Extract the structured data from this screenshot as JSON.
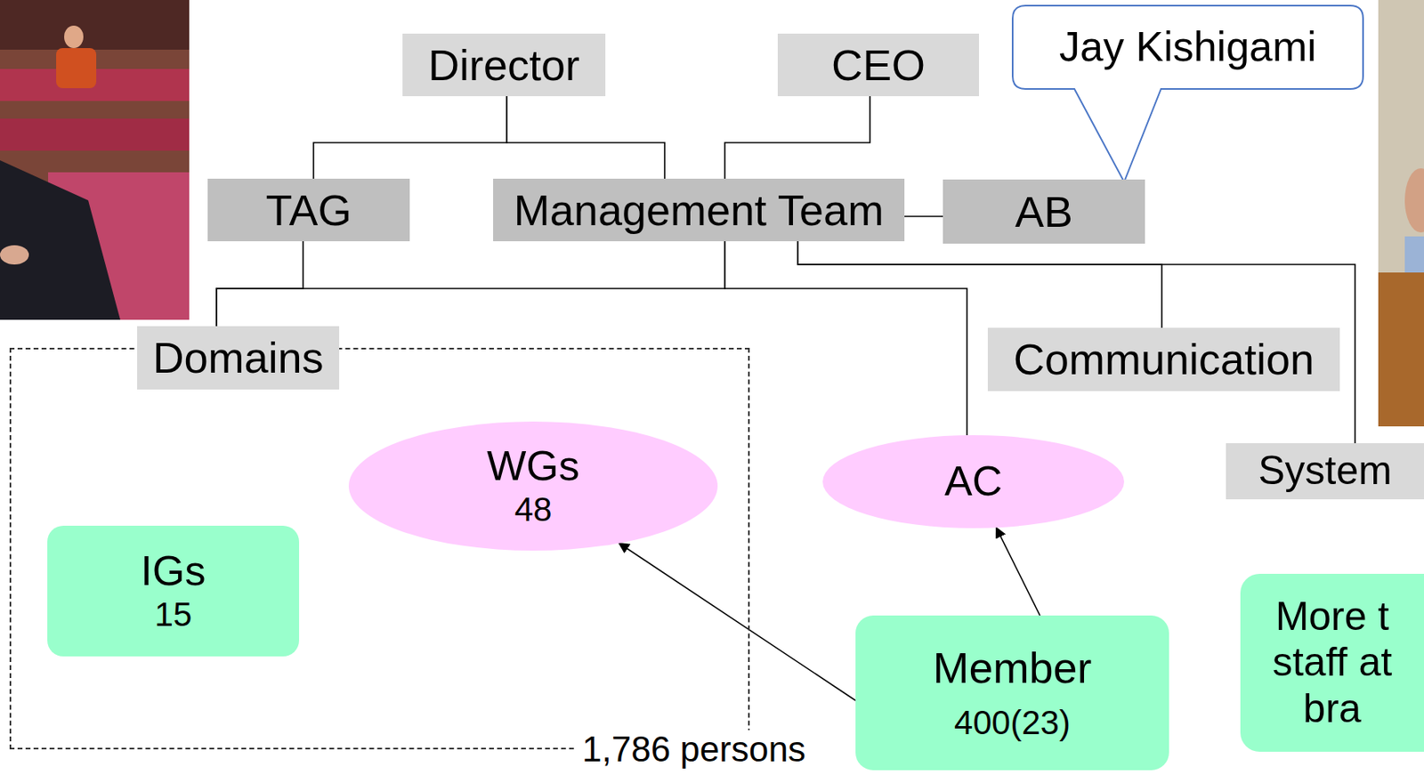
{
  "diagram": {
    "nodes": [
      {
        "text": [
          "Director"
        ]
      },
      {
        "text": [
          "CEO"
        ]
      },
      {
        "text": [
          "Jay Kishigami"
        ]
      },
      {
        "text": [
          "TAG"
        ]
      },
      {
        "text": [
          "Management Team"
        ]
      },
      {
        "text": [
          "AB"
        ]
      },
      {
        "text": [
          "Domains",
          "1,786 persons"
        ]
      },
      {
        "text": [
          "WGs",
          "48"
        ],
        "in": 6
      },
      {
        "text": [
          "IGs",
          "15"
        ],
        "in": 6
      },
      {
        "text": [
          "Communication"
        ]
      },
      {
        "text": [
          "AC"
        ]
      },
      {
        "text": [
          "System"
        ]
      },
      {
        "text": [
          "Member",
          "400(23)"
        ]
      },
      {
        "text": [
          "More t staff at bra"
        ]
      }
    ],
    "edges": [
      {
        "from": 0,
        "to": 3,
        "arrow": "none"
      },
      {
        "from": 0,
        "to": 4,
        "arrow": "none"
      },
      {
        "from": 1,
        "to": 4,
        "arrow": "none"
      },
      {
        "from": 4,
        "to": 5,
        "arrow": "none"
      },
      {
        "from": 3,
        "to": 6,
        "arrow": "none"
      },
      {
        "from": 4,
        "to": 6,
        "arrow": "none"
      },
      {
        "from": 4,
        "to": 10,
        "arrow": "none"
      },
      {
        "from": 4,
        "to": 9,
        "arrow": "none"
      },
      {
        "from": 4,
        "to": 11,
        "arrow": "none"
      },
      {
        "from": 12,
        "to": 7,
        "arrow": "to"
      },
      {
        "from": 12,
        "to": 10,
        "arrow": "to"
      }
    ]
  }
}
